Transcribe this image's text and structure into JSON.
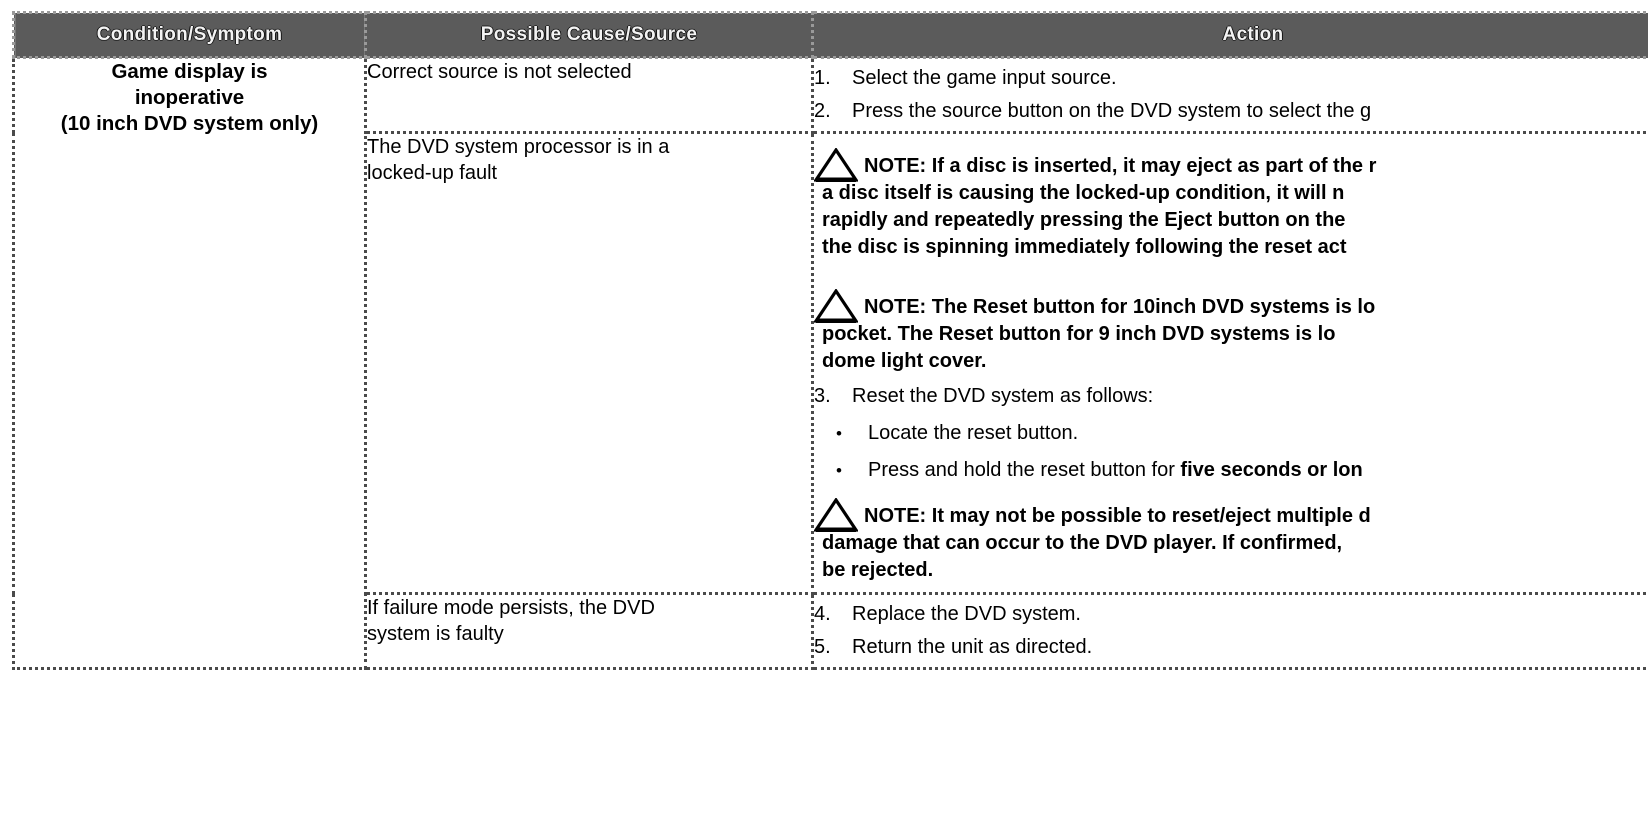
{
  "document": {
    "type": "troubleshooting-table",
    "columns": [
      {
        "label": "Condition/Symptom"
      },
      {
        "label": "Possible Cause/Source"
      },
      {
        "label": "Action"
      }
    ]
  },
  "symptom": {
    "line1": "Game display is",
    "line2": "inoperative",
    "line3": "(10 inch DVD system only)"
  },
  "rows": {
    "row1": {
      "cause": "Correct source is not selected",
      "steps": [
        {
          "num": "1.",
          "text": "Select the game input source."
        },
        {
          "num": "2.",
          "text": "Press the source button on the DVD system to select the g"
        }
      ]
    },
    "row2": {
      "cause_line1": "The DVD system processor is in a",
      "cause_line2": "locked-up fault",
      "note1": {
        "icon": "warning-triangle-icon",
        "line1": "NOTE:  If a disc is inserted, it may eject as part of the r",
        "line2": "a disc itself is causing the locked-up condition, it will n",
        "line3": "rapidly and repeatedly pressing the Eject button on the",
        "line4": "the disc is spinning immediately following the reset act"
      },
      "note2": {
        "icon": "warning-triangle-icon",
        "line1": "NOTE: The Reset button for 10inch DVD systems is lo",
        "line2": "pocket.  The Reset button for 9 inch DVD systems is lo",
        "line3": "dome light cover."
      },
      "step3": {
        "num": "3.",
        "text": "Reset the DVD system as follows:"
      },
      "bullets": [
        {
          "dot": "•",
          "text": "Locate the reset button.",
          "bold_tail": ""
        },
        {
          "dot": "•",
          "text": "Press and hold the reset button for ",
          "bold_tail": "five seconds or lon"
        }
      ],
      "note3": {
        "icon": "warning-triangle-icon",
        "line1": "NOTE:  It may not be possible to reset/eject multiple d",
        "line2": "damage that can occur to the DVD player. If confirmed,",
        "line3": "be rejected."
      }
    },
    "row3": {
      "cause_line1": "If failure mode persists, the DVD",
      "cause_line2": "system is faulty",
      "steps": [
        {
          "num": "4.",
          "text": "Replace the DVD system."
        },
        {
          "num": "5.",
          "text": "Return the unit as directed."
        }
      ]
    }
  },
  "colors": {
    "header_background": "#1b1b1b",
    "header_text": "#ffffff",
    "body_text": "#000000",
    "page_background": "#ffffff",
    "rule": "#4a4a4a"
  }
}
